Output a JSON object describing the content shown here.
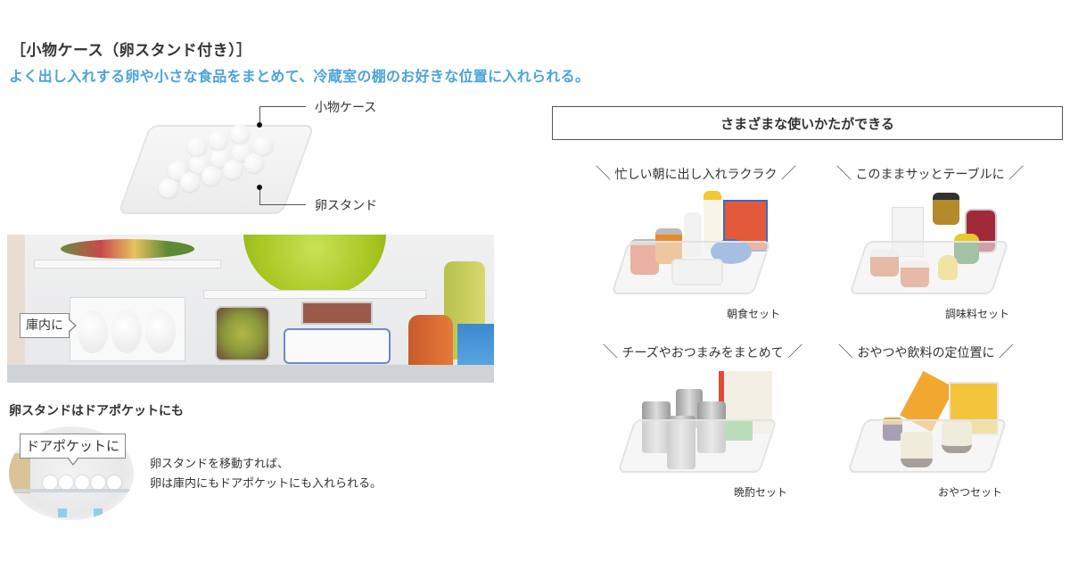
{
  "header": {
    "title": "［小物ケース（卵スタンド付き）］",
    "subtitle": "よく出し入れする卵や小さな食品をまとめて、冷蔵室の棚のお好きな位置に入れられる。"
  },
  "product_diagram": {
    "label_top": "小物ケース",
    "label_bottom": "卵スタンド"
  },
  "fridge_photo": {
    "callout": "庫内に"
  },
  "door_pocket": {
    "heading": "卵スタンドはドアポケットにも",
    "callout": "ドアポケットに",
    "description_line1": "卵スタンドを移動すれば、",
    "description_line2": "卵は庫内にもドアポケットにも入れられる。"
  },
  "usage": {
    "heading": "さまざまな使いかたができる",
    "slash_left": "＼",
    "slash_right": "／",
    "items": [
      {
        "title": "忙しい朝に出し入れラクラク",
        "caption": "朝食セット"
      },
      {
        "title": "このままサッとテーブルに",
        "caption": "調味料セット"
      },
      {
        "title": "チーズやおつまみをまとめて",
        "caption": "晩酌セット"
      },
      {
        "title": "おやつや飲料の定位置に",
        "caption": "おやつセット"
      }
    ]
  },
  "colors": {
    "accent_blue": "#4aa3dc",
    "text": "#333333",
    "border": "#555555"
  }
}
